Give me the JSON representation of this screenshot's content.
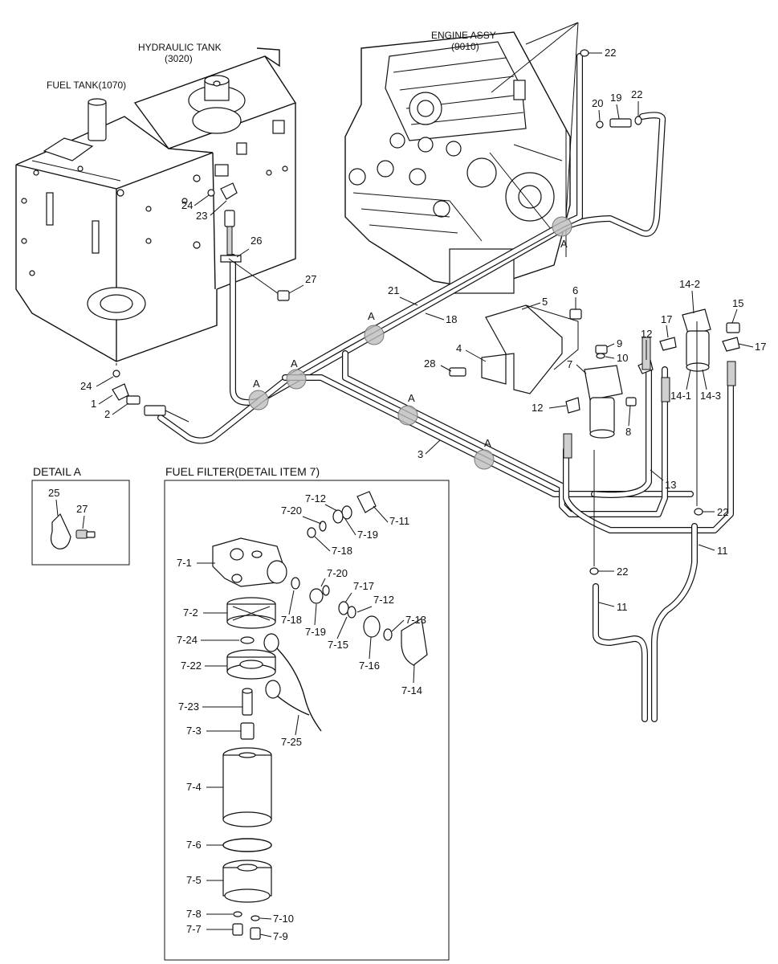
{
  "titles": {
    "hydraulic_tank": "HYDRAULIC TANK",
    "hydraulic_tank_code": "(3020)",
    "fuel_tank": "FUEL TANK(1070)",
    "engine_assy": "ENGINE ASSY",
    "engine_code": "(9010)",
    "detail_a": "DETAIL  A",
    "fuel_filter": "FUEL FILTER(DETAIL ITEM 7)"
  },
  "section_marker": "A",
  "labels": {
    "l1": "1",
    "l2": "2",
    "l3": "3",
    "l4": "4",
    "l5": "5",
    "l6": "6",
    "l7": "7",
    "l8": "8",
    "l9": "9",
    "l10": "10",
    "l11": "11",
    "l12": "12",
    "l13": "13",
    "l14_1": "14-1",
    "l14_2": "14-2",
    "l14_3": "14-3",
    "l15": "15",
    "l17": "17",
    "l18": "18",
    "l19": "19",
    "l20": "20",
    "l21": "21",
    "l22": "22",
    "l23": "23",
    "l24": "24",
    "l25": "25",
    "l26": "26",
    "l27": "27",
    "l28": "28"
  },
  "filter_labels": {
    "f7_1": "7-1",
    "f7_2": "7-2",
    "f7_3": "7-3",
    "f7_4": "7-4",
    "f7_5": "7-5",
    "f7_6": "7-6",
    "f7_7": "7-7",
    "f7_8": "7-8",
    "f7_9": "7-9",
    "f7_10": "7-10",
    "f7_11": "7-11",
    "f7_12": "7-12",
    "f7_13": "7-13",
    "f7_14": "7-14",
    "f7_15": "7-15",
    "f7_16": "7-16",
    "f7_17": "7-17",
    "f7_18": "7-18",
    "f7_19": "7-19",
    "f7_20": "7-20",
    "f7_22": "7-22",
    "f7_23": "7-23",
    "f7_24": "7-24",
    "f7_25": "7-25"
  },
  "icons": {
    "tank": "tank-outline",
    "engine": "engine-block",
    "filter": "fuel-filter-assembly",
    "clamp": "pipe-clamp"
  }
}
